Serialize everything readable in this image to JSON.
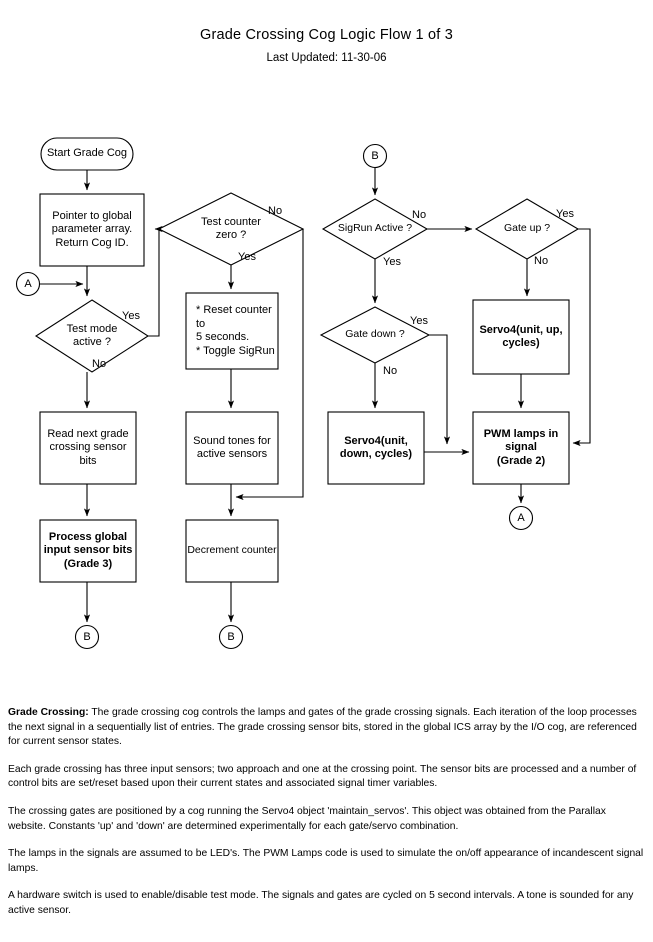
{
  "header": {
    "title": "Grade Crossing Cog Logic Flow 1 of 3",
    "subtitle": "Last Updated: 11-30-06"
  },
  "flowchart": {
    "nodes": {
      "start": "Start Grade Cog",
      "pointer": "Pointer to global\nparameter array.\nReturn Cog ID.",
      "connector_a_in": "A",
      "test_mode": "Test mode\nactive ?",
      "read_sensor": "Read next grade\ncrossing sensor\nbits",
      "process_global": "Process global\ninput sensor bits\n(Grade 3)",
      "connector_b_out_left": "B",
      "test_counter": "Test counter\nzero ?",
      "reset_counter": "* Reset counter to\n  5 seconds.\n* Toggle SigRun",
      "sound_tones": "Sound tones for\nactive sensors",
      "decrement_counter": "Decrement counter",
      "connector_b_out_mid": "B",
      "connector_b_in_right": "B",
      "sigrun_active": "SigRun Active ?",
      "gate_down": "Gate down ?",
      "gate_up": "Gate up ?",
      "servo_down": "Servo4(unit,\ndown, cycles)",
      "servo_up": "Servo4(unit, up,\ncycles)",
      "pwm_lamps": "PWM lamps in\nsignal\n(Grade 2)",
      "connector_a_out": "A"
    },
    "edge_labels": {
      "test_mode_yes": "Yes",
      "test_mode_no": "No",
      "test_counter_no": "No",
      "test_counter_yes": "Yes",
      "sigrun_no": "No",
      "sigrun_yes": "Yes",
      "gate_down_yes": "Yes",
      "gate_down_no": "No",
      "gate_up_yes": "Yes",
      "gate_up_no": "No"
    }
  },
  "notes": [
    {
      "lead": "Grade Crossing:",
      "text": " The grade crossing cog controls the lamps and gates of the grade crossing signals. Each iteration of the loop processes the next signal in a sequentially list of entries.  The grade crossing sensor bits, stored in the global ICS array by the I/O cog, are referenced for current sensor states."
    },
    {
      "lead": "",
      "text": "Each grade crossing has three input sensors; two approach and one at the crossing point. The sensor bits are  processed and a number of control bits are set/reset based upon their current states and associated signal timer variables."
    },
    {
      "lead": "",
      "text": "The crossing gates are positioned by a cog running the Servo4 object 'maintain_servos'. This object was obtained from the Parallax website. Constants 'up' and 'down' are determined experimentally for each gate/servo combination."
    },
    {
      "lead": "",
      "text": "The lamps in the signals are assumed to be LED's. The PWM Lamps code is used to simulate the on/off appearance of incandescent signal lamps."
    },
    {
      "lead": "",
      "text": "A hardware switch is used to enable/disable test mode. The signals and gates are cycled on 5 second intervals. A tone is sounded for any active sensor."
    }
  ],
  "colors": {
    "stroke": "#000000",
    "fill": "#ffffff",
    "background": "#ffffff"
  }
}
